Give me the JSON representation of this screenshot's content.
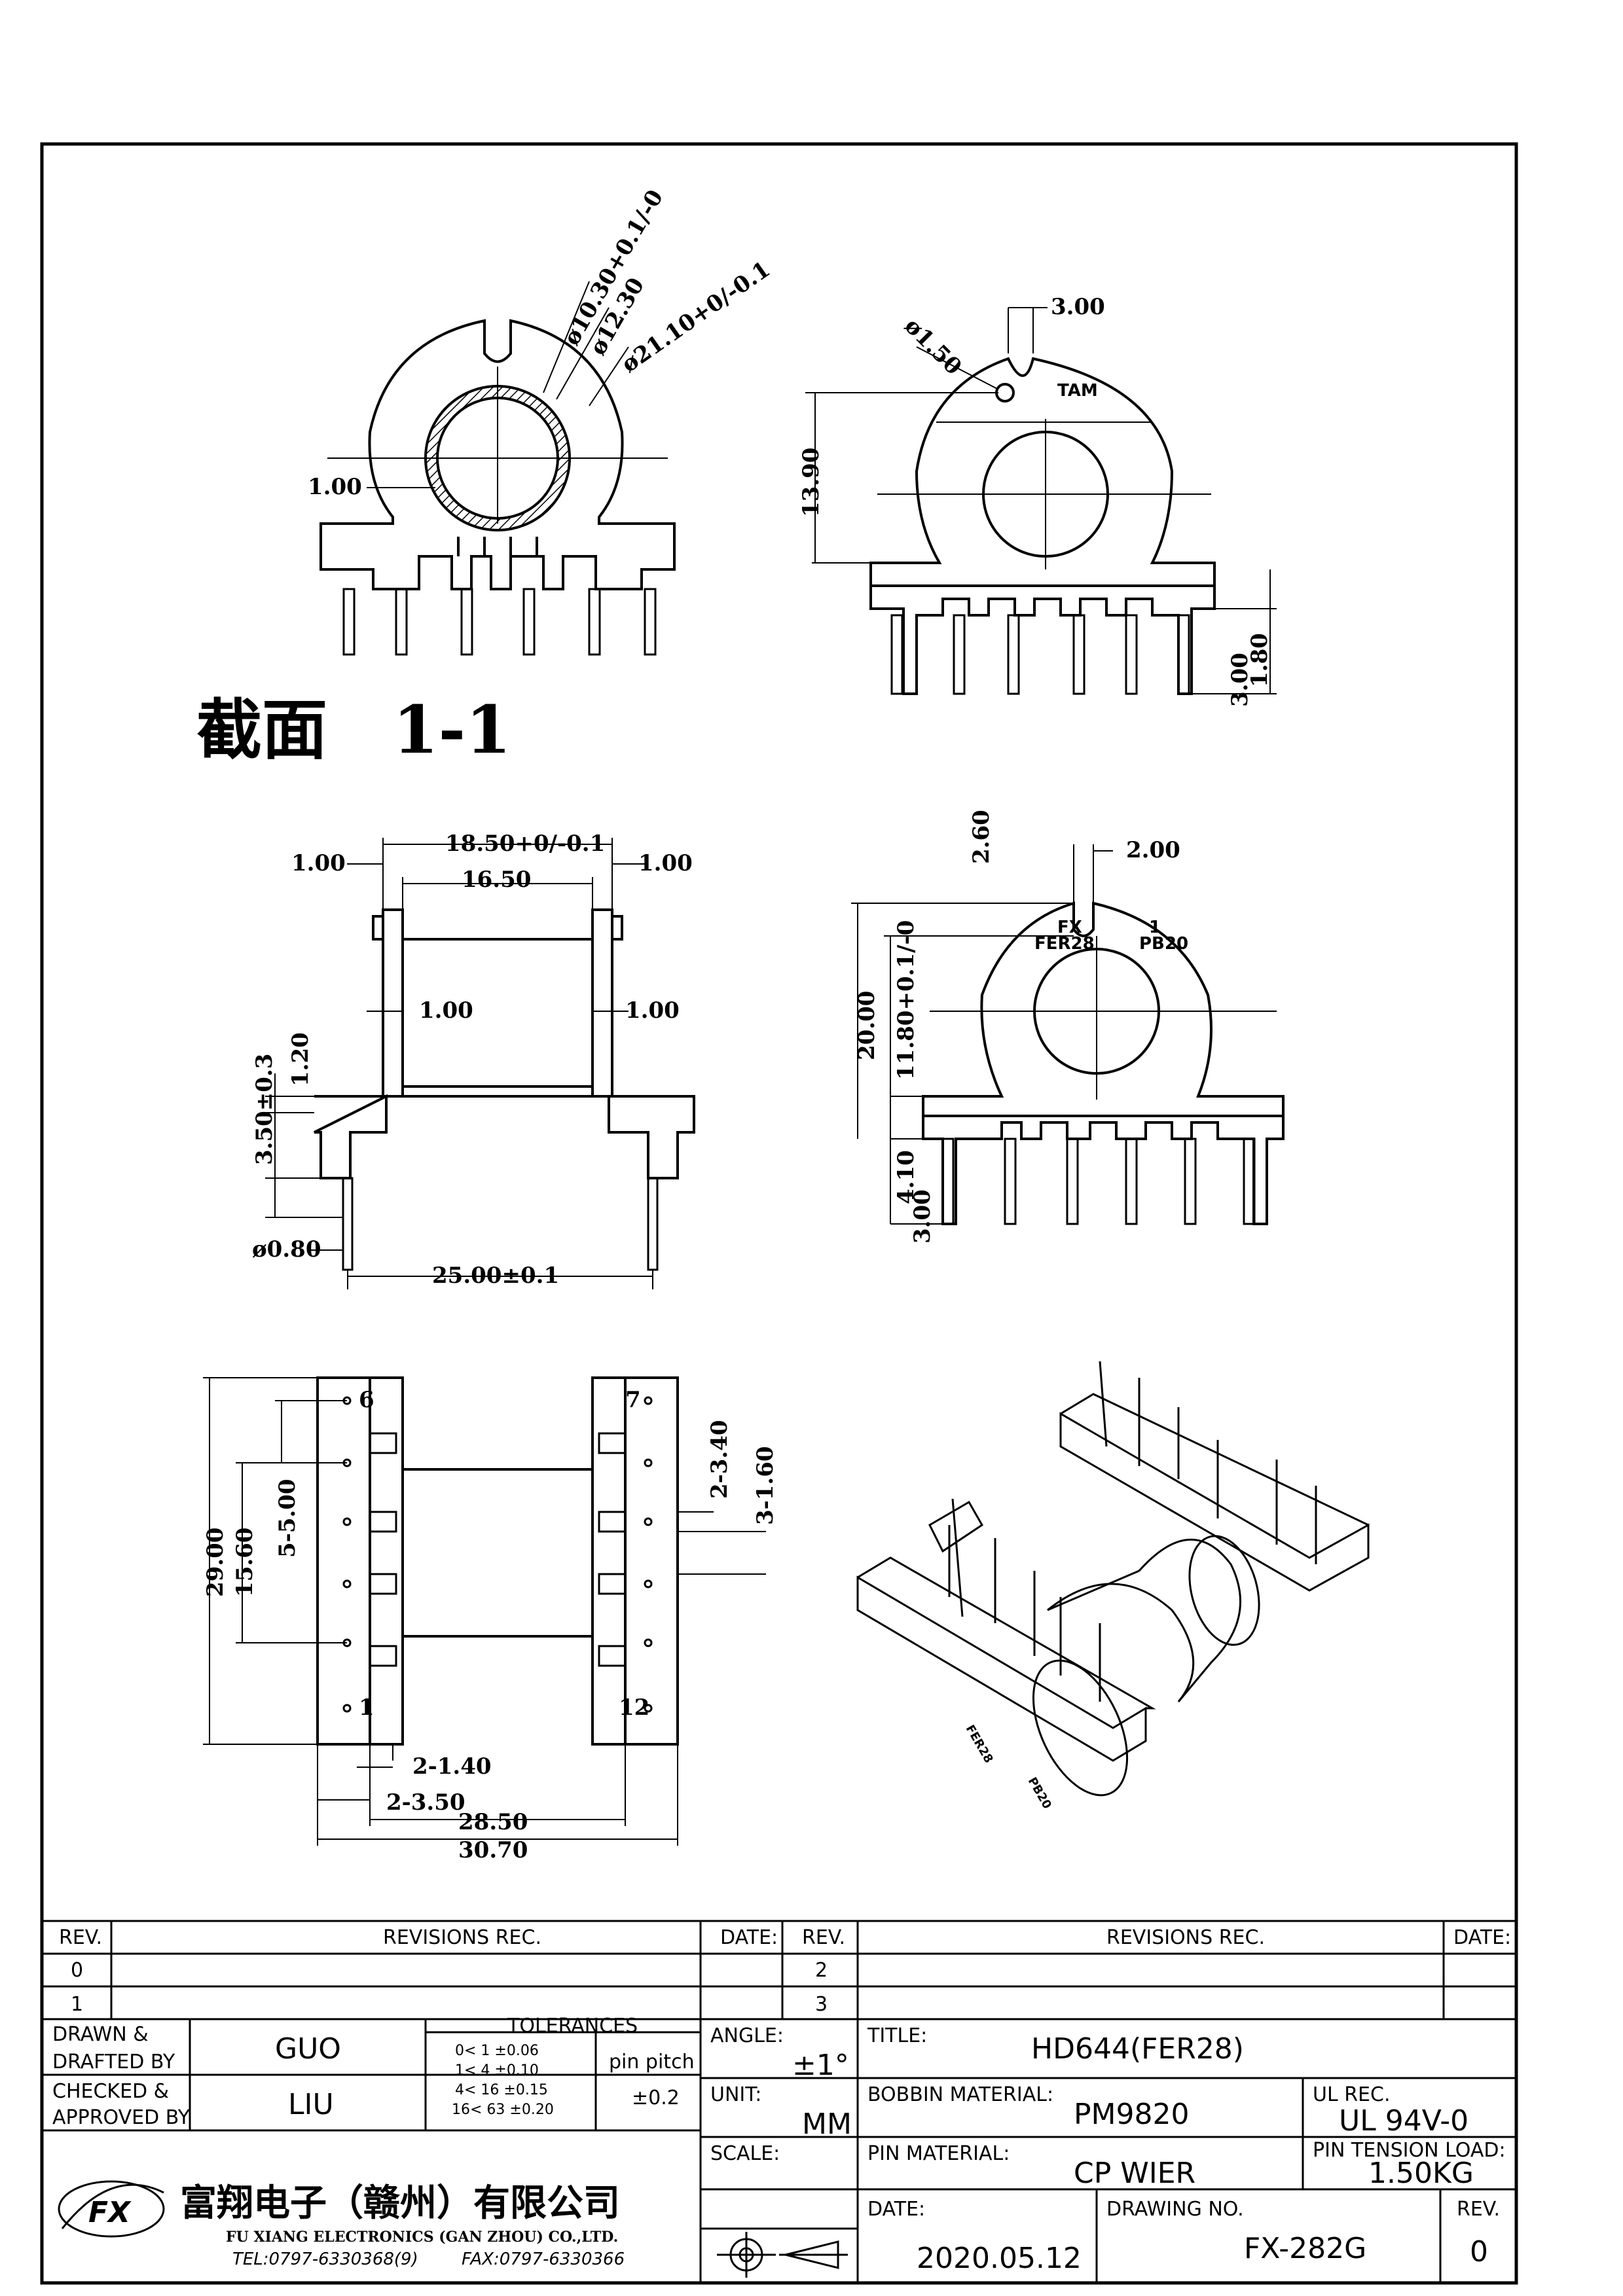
{
  "section_title": "截面　1-1",
  "views": {
    "section": {
      "diameters": [
        "ø10.30+0.1/-0",
        "ø12.30",
        "ø21.10+0/-0.1"
      ],
      "wall": "1.00"
    },
    "side": {
      "hole": "ø1.50",
      "slot": "3.00",
      "height": "13.90",
      "marking": "TAM",
      "pin_len": "3.00",
      "pin_off": "1.80"
    },
    "front": {
      "overall": "18.50+0/-0.1",
      "inner": "16.50",
      "flange_l": "1.00",
      "flange_r": "1.00",
      "wall_l": "1.00",
      "wall_r": "1.00",
      "h120": "1.20",
      "h350": "3.50±0.3",
      "pin_dia": "ø0.80",
      "pin_span": "25.00±0.1"
    },
    "end": {
      "slot_depth": "2.60",
      "slot_width": "2.00",
      "height": "20.00",
      "center": "11.80+0.1/-0",
      "marking_fx": "FX",
      "marking_fer": "FER28",
      "marking_1": "1",
      "marking_pb": "PB20",
      "base": "4.10",
      "pin": "3.00"
    },
    "bottom": {
      "overall_h": "29.00",
      "pitch_span": "15.60",
      "pitch5": "5-5.00",
      "pin_label_6": "6",
      "pin_label_7": "7",
      "pin_label_1": "1",
      "pin_label_12": "12",
      "d340": "2-3.40",
      "d160": "3-1.60",
      "d140": "2-1.40",
      "d350": "2-3.50",
      "w2850": "28.50",
      "w3070": "30.70"
    },
    "iso": {
      "mark1": "FER28",
      "mark2": "PB20"
    }
  },
  "table": {
    "rev_h": "REV.",
    "revrec_h": "REVISIONS  REC.",
    "date_h": "DATE:",
    "rev_h2": "REV.",
    "revrec_h2": "REVISIONS  REC.",
    "date_h2": "DATE:",
    "r0": "0",
    "r1": "1",
    "r2": "2",
    "r3": "3",
    "drawn_l": "DRAWN &\nDRAFTED BY",
    "drawn_v": "GUO",
    "checked_l": "CHECKED &\nAPPROVED BY",
    "checked_v": "LIU",
    "tol_title": "TOLERANCES",
    "tol_rows": [
      "0<  1   ±0.06",
      "1<  4   ±0.10",
      "4<  16  ±0.15",
      "16<  63  ±0.20"
    ],
    "pin_pitch": "pin pitch",
    "pin_pitch_v": "±0.2",
    "angle_l": "ANGLE:",
    "angle_v": "±1°",
    "unit_l": "UNIT:",
    "unit_v": "MM",
    "scale_l": "SCALE:",
    "title_l": "TITLE:",
    "title_v": "HD644(FER28)",
    "bobbin_l": "BOBBIN MATERIAL:",
    "bobbin_v": "PM9820",
    "ul_l": "UL REC.",
    "ul_v": "UL 94V-0",
    "pinmat_l": "PIN MATERIAL:",
    "pinmat_v": "CP WIER",
    "tension_l": "PIN TENSION LOAD:",
    "tension_v": "1.50KG",
    "date_l": "DATE:",
    "date_v": "2020.05.12",
    "dwg_l": "DRAWING NO.",
    "dwg_v": "FX-282G",
    "rev_l": "REV.",
    "rev_v": "0",
    "company_cn": "富翔电子（赣州）有限公司",
    "company_en": "FU XIANG ELECTRONICS (GAN ZHOU) CO.,LTD.",
    "tel": "TEL:0797-6330368(9)",
    "fax": "FAX:0797-6330366",
    "logo": "FX"
  }
}
